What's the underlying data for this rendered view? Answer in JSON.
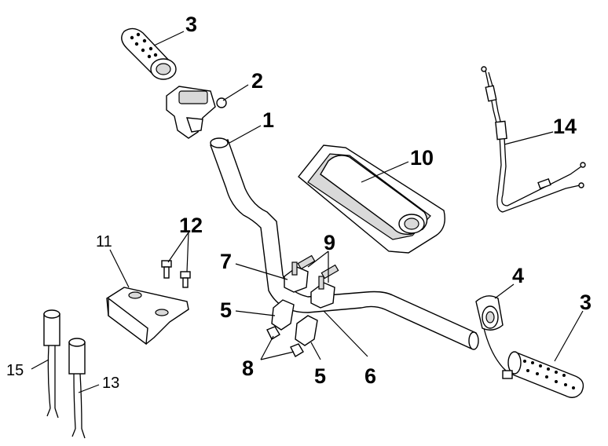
{
  "callouts": {
    "c1": "1",
    "c2": "2",
    "c3_top": "3",
    "c3_right": "3",
    "c4": "4",
    "c5_left": "5",
    "c5_bottom": "5",
    "c6": "6",
    "c7": "7",
    "c8": "8",
    "c9": "9",
    "c10": "10",
    "c11": "11",
    "c12": "12",
    "c13": "13",
    "c14": "14",
    "c15": "15"
  }
}
